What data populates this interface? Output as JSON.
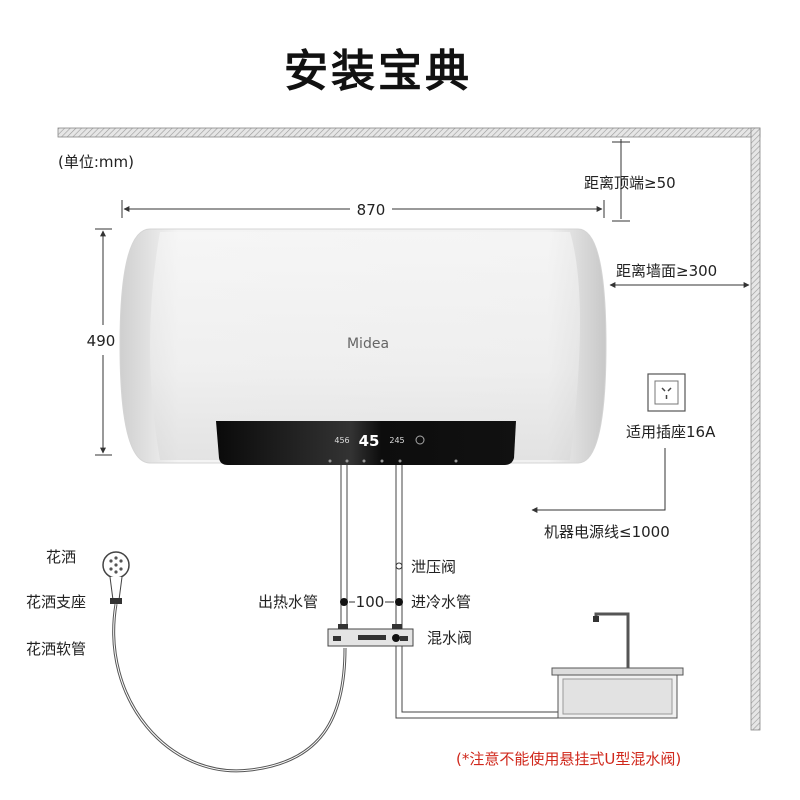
{
  "title": "安装宝典",
  "unit": "(单位:mm)",
  "dimensions": {
    "width": "870",
    "height": "490",
    "top_clearance": "距离顶端≥50",
    "wall_clearance": "距离墙面≥300",
    "pipe_spacing": "100",
    "power_cord": "机器电源线≤1000"
  },
  "heater": {
    "brand": "Midea",
    "display": "45",
    "display_left": "456",
    "display_right": "245"
  },
  "labels": {
    "socket": "适用插座16A",
    "shower_head": "花洒",
    "shower_holder": "花洒支座",
    "shower_hose": "花洒软管",
    "relief_valve": "泄压阀",
    "hot_outlet": "出热水管",
    "cold_inlet": "进冷水管",
    "mixing_valve": "混水阀"
  },
  "note": "(*注意不能使用悬挂式U型混水阀)",
  "colors": {
    "note": "#d0281c",
    "wall": "#bdbdbd"
  }
}
